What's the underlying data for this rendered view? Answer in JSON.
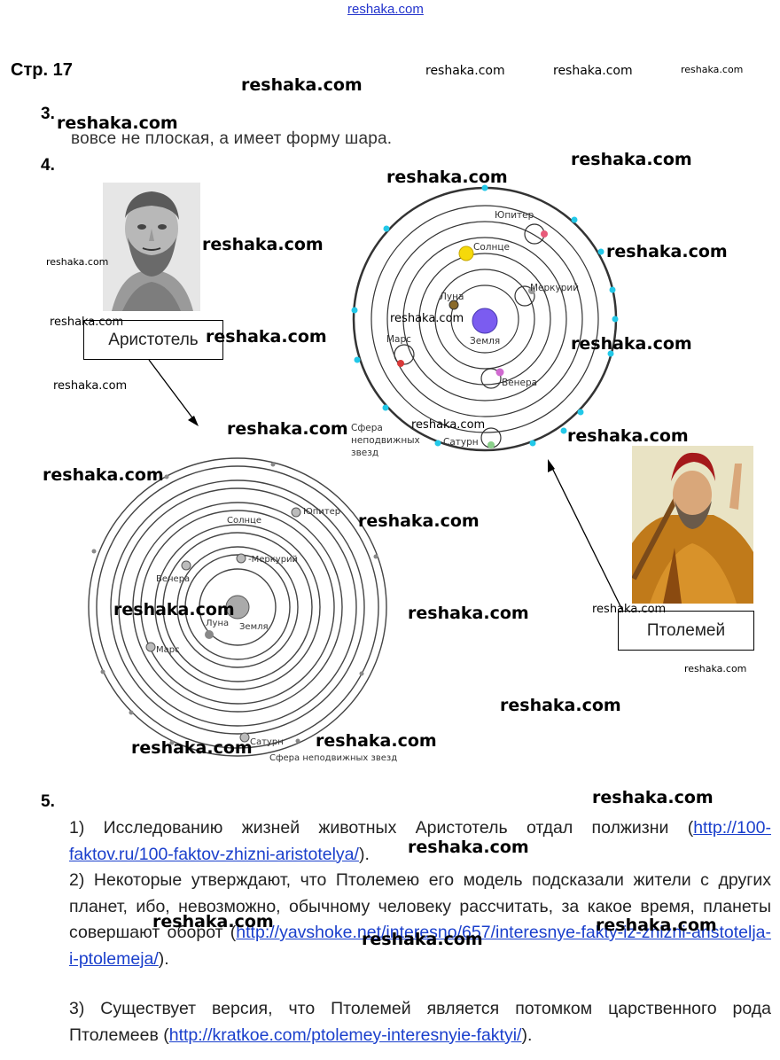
{
  "header": {
    "site_link": "reshaka.com"
  },
  "page": {
    "heading": "Стр. 17"
  },
  "watermarks": {
    "text": "reshaka.com"
  },
  "q3": {
    "number": "3.",
    "answer": "вовсе не плоская, а имеет форму шара."
  },
  "q4": {
    "number": "4.",
    "aristotle_label": "Аристотель",
    "ptolemy_label": "Птолемей",
    "ptolemy_diagram": {
      "jupiter": "Юпитер",
      "sun": "Солнце",
      "mercury": "Меркурий",
      "moon": "Луна",
      "earth": "Земля",
      "mars": "Марс",
      "venus": "Венера",
      "saturn": "Сатурн",
      "sphere_line1": "Сфера",
      "sphere_line2": "неподвижных",
      "sphere_line3": "звезд"
    },
    "aristotle_diagram": {
      "jupiter": "Юпитер",
      "sun": "Солнце",
      "mercury": "-Меркурий",
      "venus": "Венера",
      "moon": "Луна",
      "earth": "Земля",
      "mars": "Марс",
      "saturn": "Сатурн",
      "sphere": "Сфера неподвижных звезд"
    }
  },
  "q5": {
    "number": "5.",
    "item1_text": "1) Исследованию жизней животных Аристотель отдал полжизни (",
    "item1_link": "http://100-faktov.ru/100-faktov-zhizni-aristotelya/",
    "item1_end": ").",
    "item2_text": "2) Некоторые утверждают, что Птолемею его модель подсказали жители с других планет, ибо, невозможно, обычному человеку рассчитать, за какое время, планеты совершают оборот (",
    "item2_link": "http://yavshoke.net/interesno/657/interesnye-fakty-iz-zhizni-aristotelja-i-ptolemeja/",
    "item2_end": ").",
    "item3_text": "3) Существует версия, что Птолемей является потомком царственного рода Птолемеев (",
    "item3_link": "http://kratkoe.com/ptolemey-interesnyie-faktyi/",
    "item3_end": ")."
  }
}
